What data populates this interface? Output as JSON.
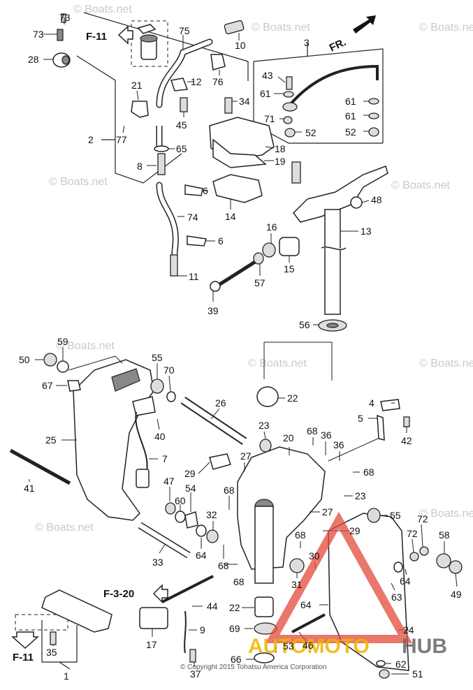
{
  "diagram": {
    "direction_label": "FR.",
    "copyright": "© Copyright 2015 Tohatsu America Corporation",
    "watermark": "© Boats.net",
    "logo": {
      "part1": "AUTOMOTO",
      "part2": "HUB"
    },
    "callout_labels": [
      {
        "id": "c73a",
        "text": "73"
      },
      {
        "id": "c73b",
        "text": "73"
      },
      {
        "id": "c28",
        "text": "28"
      },
      {
        "id": "c75",
        "text": "75"
      },
      {
        "id": "c10",
        "text": "10"
      },
      {
        "id": "c3",
        "text": "3"
      },
      {
        "id": "c43",
        "text": "43"
      },
      {
        "id": "c61a",
        "text": "61"
      },
      {
        "id": "c61b",
        "text": "61"
      },
      {
        "id": "c61c",
        "text": "61"
      },
      {
        "id": "c71",
        "text": "71"
      },
      {
        "id": "c52a",
        "text": "52"
      },
      {
        "id": "c52b",
        "text": "52"
      },
      {
        "id": "c21",
        "text": "21"
      },
      {
        "id": "c12",
        "text": "12"
      },
      {
        "id": "c76",
        "text": "76"
      },
      {
        "id": "c34",
        "text": "34"
      },
      {
        "id": "c45",
        "text": "45"
      },
      {
        "id": "c2",
        "text": "2"
      },
      {
        "id": "c77",
        "text": "77"
      },
      {
        "id": "c65",
        "text": "65"
      },
      {
        "id": "c18",
        "text": "18"
      },
      {
        "id": "c19",
        "text": "19"
      },
      {
        "id": "c8",
        "text": "8"
      },
      {
        "id": "c6a",
        "text": "6"
      },
      {
        "id": "c14",
        "text": "14"
      },
      {
        "id": "c48",
        "text": "48"
      },
      {
        "id": "c74",
        "text": "74"
      },
      {
        "id": "c13",
        "text": "13"
      },
      {
        "id": "c6b",
        "text": "6"
      },
      {
        "id": "c16",
        "text": "16"
      },
      {
        "id": "c15",
        "text": "15"
      },
      {
        "id": "c11",
        "text": "11"
      },
      {
        "id": "c57",
        "text": "57"
      },
      {
        "id": "c39",
        "text": "39"
      },
      {
        "id": "c56",
        "text": "56"
      },
      {
        "id": "c59",
        "text": "59"
      },
      {
        "id": "c50",
        "text": "50"
      },
      {
        "id": "c55a",
        "text": "55"
      },
      {
        "id": "c70",
        "text": "70"
      },
      {
        "id": "c67",
        "text": "67"
      },
      {
        "id": "c22a",
        "text": "22"
      },
      {
        "id": "c26",
        "text": "26"
      },
      {
        "id": "c4",
        "text": "4"
      },
      {
        "id": "c5",
        "text": "5"
      },
      {
        "id": "c42",
        "text": "42"
      },
      {
        "id": "c40",
        "text": "40"
      },
      {
        "id": "c25",
        "text": "25"
      },
      {
        "id": "c23a",
        "text": "23"
      },
      {
        "id": "c68a",
        "text": "68"
      },
      {
        "id": "c36a",
        "text": "36"
      },
      {
        "id": "c20",
        "text": "20"
      },
      {
        "id": "c36b",
        "text": "36"
      },
      {
        "id": "c7",
        "text": "7"
      },
      {
        "id": "c27a",
        "text": "27"
      },
      {
        "id": "c68b",
        "text": "68"
      },
      {
        "id": "c29a",
        "text": "29"
      },
      {
        "id": "c41",
        "text": "41"
      },
      {
        "id": "c47",
        "text": "47"
      },
      {
        "id": "c54",
        "text": "54"
      },
      {
        "id": "c68c",
        "text": "68"
      },
      {
        "id": "c23b",
        "text": "23"
      },
      {
        "id": "c60",
        "text": "60"
      },
      {
        "id": "c32",
        "text": "32"
      },
      {
        "id": "c27b",
        "text": "27"
      },
      {
        "id": "c55b",
        "text": "55"
      },
      {
        "id": "c72a",
        "text": "72"
      },
      {
        "id": "c72b",
        "text": "72"
      },
      {
        "id": "c29b",
        "text": "29"
      },
      {
        "id": "c64a",
        "text": "64"
      },
      {
        "id": "c68d",
        "text": "68"
      },
      {
        "id": "c68e",
        "text": "68"
      },
      {
        "id": "c30",
        "text": "30"
      },
      {
        "id": "c58",
        "text": "58"
      },
      {
        "id": "c33",
        "text": "33"
      },
      {
        "id": "c64b",
        "text": "64"
      },
      {
        "id": "c68f",
        "text": "68"
      },
      {
        "id": "c31",
        "text": "31"
      },
      {
        "id": "c49",
        "text": "49"
      },
      {
        "id": "c63",
        "text": "63"
      },
      {
        "id": "c44",
        "text": "44"
      },
      {
        "id": "c64c",
        "text": "64"
      },
      {
        "id": "c17",
        "text": "17"
      },
      {
        "id": "c9",
        "text": "9"
      },
      {
        "id": "c22b",
        "text": "22"
      },
      {
        "id": "c69",
        "text": "69"
      },
      {
        "id": "c46",
        "text": "46"
      },
      {
        "id": "c24",
        "text": "24"
      },
      {
        "id": "c35",
        "text": "35"
      },
      {
        "id": "c53",
        "text": "53"
      },
      {
        "id": "c37",
        "text": "37"
      },
      {
        "id": "c66",
        "text": "66"
      },
      {
        "id": "c62",
        "text": "62"
      },
      {
        "id": "c1",
        "text": "1"
      },
      {
        "id": "c51",
        "text": "51"
      }
    ],
    "reference_labels": [
      {
        "id": "r1",
        "text": "F-11"
      },
      {
        "id": "r2",
        "text": "F-3-20"
      },
      {
        "id": "r3",
        "text": "F-11"
      }
    ]
  }
}
